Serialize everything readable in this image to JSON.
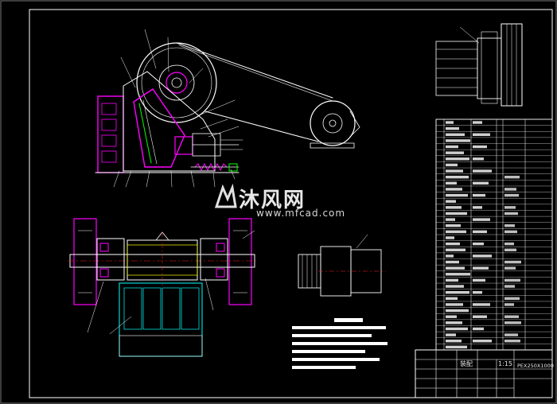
{
  "watermark": {
    "name": "沐风网",
    "url": "www.mfcad.com"
  },
  "title_block": {
    "scale": "1:15",
    "drawing_code": "PEX250X1000",
    "unit_label": "装配"
  },
  "colors": {
    "background": "#000000",
    "line_white": "#ffffff",
    "magenta": "#ff00ff",
    "cyan": "#00ffff",
    "red": "#ff2020",
    "yellow": "#ffff00",
    "green": "#00ff00"
  }
}
